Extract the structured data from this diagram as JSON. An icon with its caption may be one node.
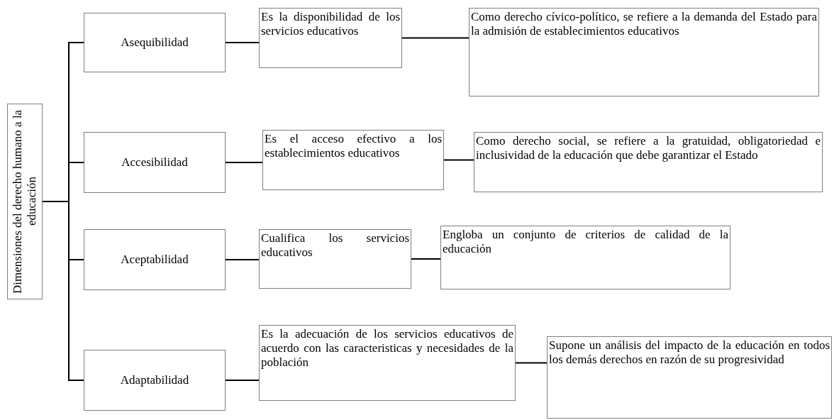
{
  "diagram": {
    "nodes": [
      {
        "text": [
          "Dimensiones del derecho humano a la educación"
        ]
      },
      {
        "text": [
          "Asequibilidad"
        ]
      },
      {
        "text": [
          "Es la disponibilidad de los servicios educativos"
        ]
      },
      {
        "text": [
          "Como derecho cívico-político, se refiere a la demanda del Estado para la admisión de establecimientos educativos"
        ]
      },
      {
        "text": [
          "Accesibilidad"
        ]
      },
      {
        "text": [
          "Es el acceso efectivo a los establecimientos educativos"
        ]
      },
      {
        "text": [
          "Como derecho social, se refiere a la gratuidad, obligatoriedad e inclusividad de la educación que debe garantizar el Estado"
        ]
      },
      {
        "text": [
          "Aceptabilidad"
        ]
      },
      {
        "text": [
          "Cualifica los servicios educativos"
        ]
      },
      {
        "text": [
          "Engloba un conjunto de criterios de calidad de la educación"
        ]
      },
      {
        "text": [
          "Adaptabilidad"
        ]
      },
      {
        "text": [
          "Es la adecuación de los servicios educativos de acuerdo con las caracteristicas y necesidades de la población"
        ]
      },
      {
        "text": [
          "Supone un análisis del impacto de la educación en todos los demás derechos en razón de su progresividad"
        ]
      }
    ],
    "edges": [
      {
        "from": 0,
        "to": 1,
        "arrow": "none"
      },
      {
        "from": 0,
        "to": 4,
        "arrow": "none"
      },
      {
        "from": 0,
        "to": 7,
        "arrow": "none"
      },
      {
        "from": 0,
        "to": 10,
        "arrow": "none"
      },
      {
        "from": 1,
        "to": 2,
        "arrow": "none"
      },
      {
        "from": 2,
        "to": 3,
        "arrow": "none"
      },
      {
        "from": 4,
        "to": 5,
        "arrow": "none"
      },
      {
        "from": 5,
        "to": 6,
        "arrow": "none"
      },
      {
        "from": 7,
        "to": 8,
        "arrow": "none"
      },
      {
        "from": 8,
        "to": 9,
        "arrow": "none"
      },
      {
        "from": 10,
        "to": 11,
        "arrow": "none"
      },
      {
        "from": 11,
        "to": 12,
        "arrow": "none"
      }
    ]
  }
}
